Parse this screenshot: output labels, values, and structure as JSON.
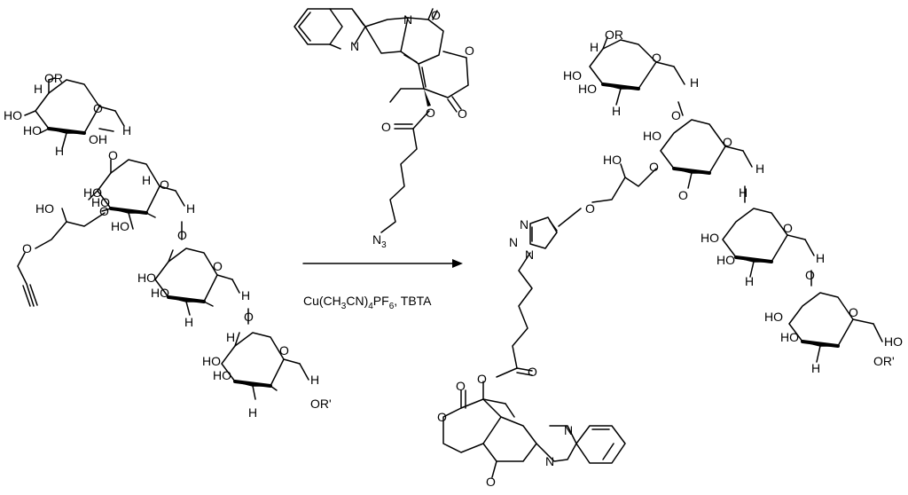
{
  "reagent_molecule": {
    "atoms": {
      "n_ring": "N",
      "n_lactam": "N",
      "o_keto": "O",
      "o_lactone_ring": "O",
      "o_lactone_keto": "O",
      "o_ester": "O",
      "o_ester_keto": "O",
      "azide": "N",
      "azide_sub": "3"
    }
  },
  "arrow": {
    "conditions_main": "Cu(CH",
    "conditions_sub1": "3",
    "conditions_mid1": "CN)",
    "conditions_sub2": "4",
    "conditions_mid2": "PF",
    "conditions_sub3": "6",
    "conditions_tail": ", TBTA"
  },
  "starting_material": {
    "labels": [
      "OR",
      "H",
      "HO",
      "HO",
      "OH",
      "O",
      "H",
      "H",
      "O",
      "HO",
      "H",
      "O",
      "H",
      "HO",
      "O",
      "O",
      "HO",
      "HO",
      "O",
      "H",
      "H",
      "O",
      "HO",
      "H",
      "O",
      "H",
      "HO",
      "O",
      "HO",
      "HO",
      "H",
      "O",
      "H",
      "H",
      "OR'",
      "HO",
      "O"
    ]
  },
  "product": {
    "labels": [
      "OR",
      "H",
      "HO",
      "HO",
      "O",
      "H",
      "H",
      "O",
      "HO",
      "O",
      "O",
      "HO",
      "HO",
      "O",
      "H",
      "H",
      "O",
      "HO",
      "H",
      "O",
      "H",
      "HO",
      "O",
      "O",
      "HO",
      "HO",
      "O",
      "H",
      "H",
      "O",
      "HO",
      "H",
      "O",
      "H",
      "HO",
      "O",
      "HO",
      "HO",
      "H",
      "O",
      "H",
      "H",
      "OR'",
      "N",
      "N",
      "N",
      "O",
      "O",
      "O",
      "O",
      "O",
      "O",
      "N",
      "N",
      "O"
    ]
  }
}
